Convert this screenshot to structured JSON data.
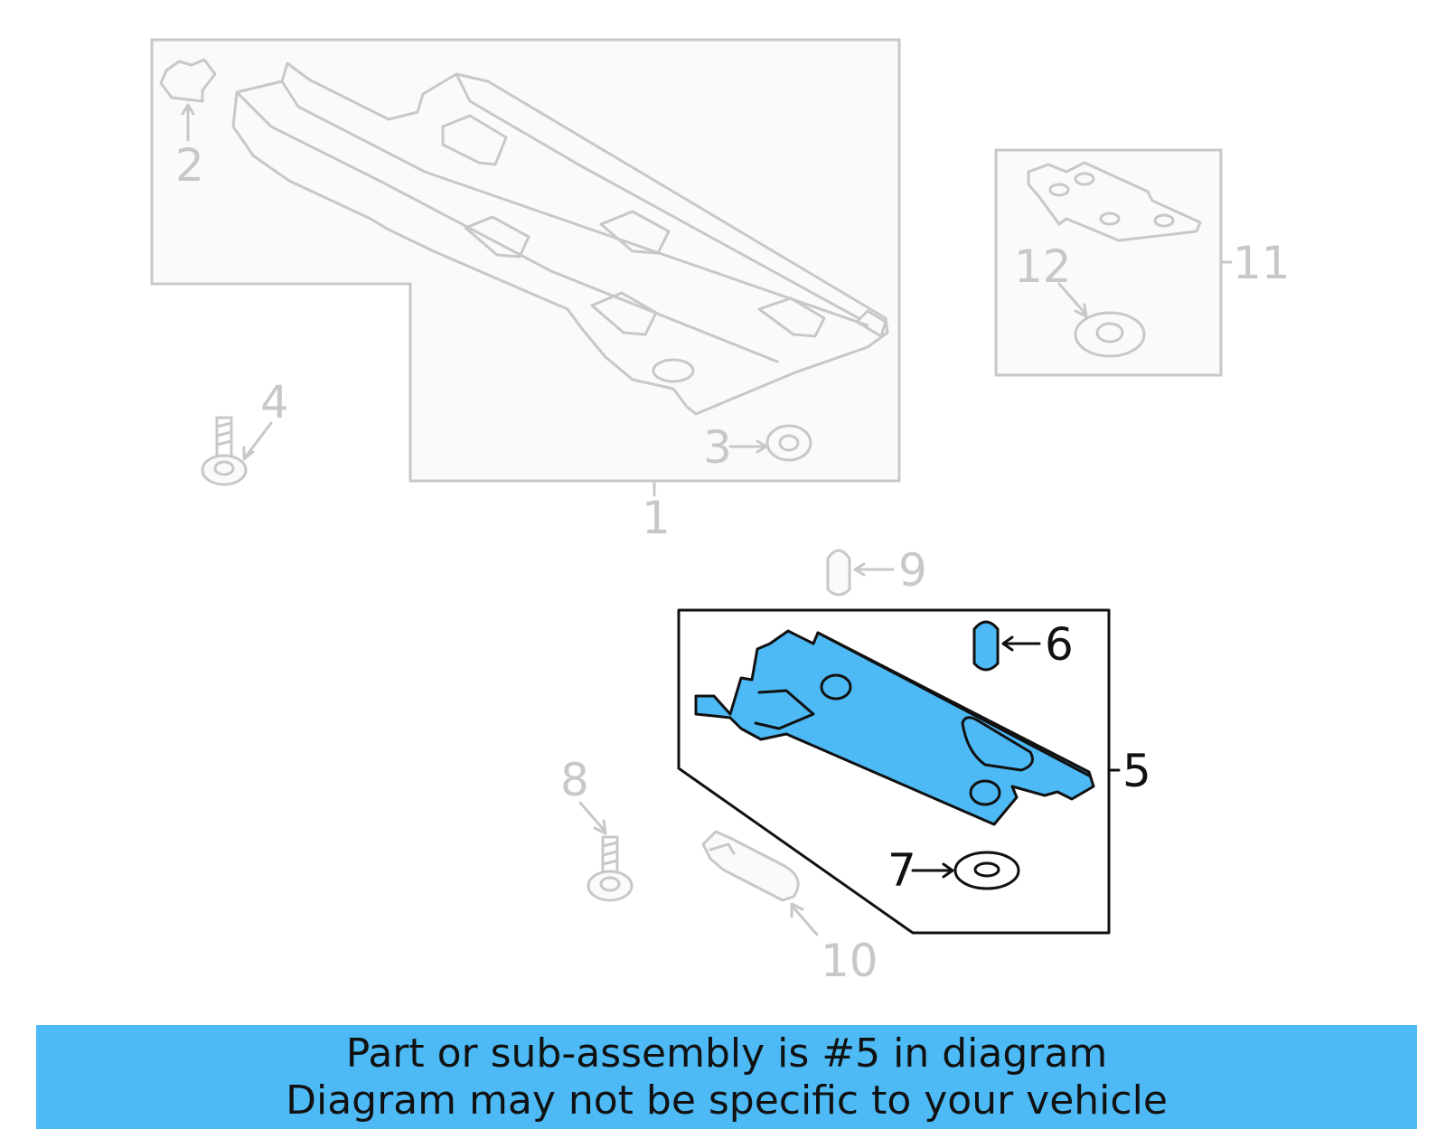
{
  "callouts": {
    "c1": "1",
    "c2": "2",
    "c3": "3",
    "c4": "4",
    "c5": "5",
    "c6": "6",
    "c7": "7",
    "c8": "8",
    "c9": "9",
    "c10": "10",
    "c11": "11",
    "c12": "12"
  },
  "highlighted_callout": "5",
  "colors": {
    "highlight": "#4dbaf5",
    "inactive": "#c8c8c8",
    "active_outline": "#111111"
  },
  "banner": {
    "line1": "Part or sub-assembly is #5 in diagram",
    "line2": "Diagram may not be specific to your vehicle"
  }
}
